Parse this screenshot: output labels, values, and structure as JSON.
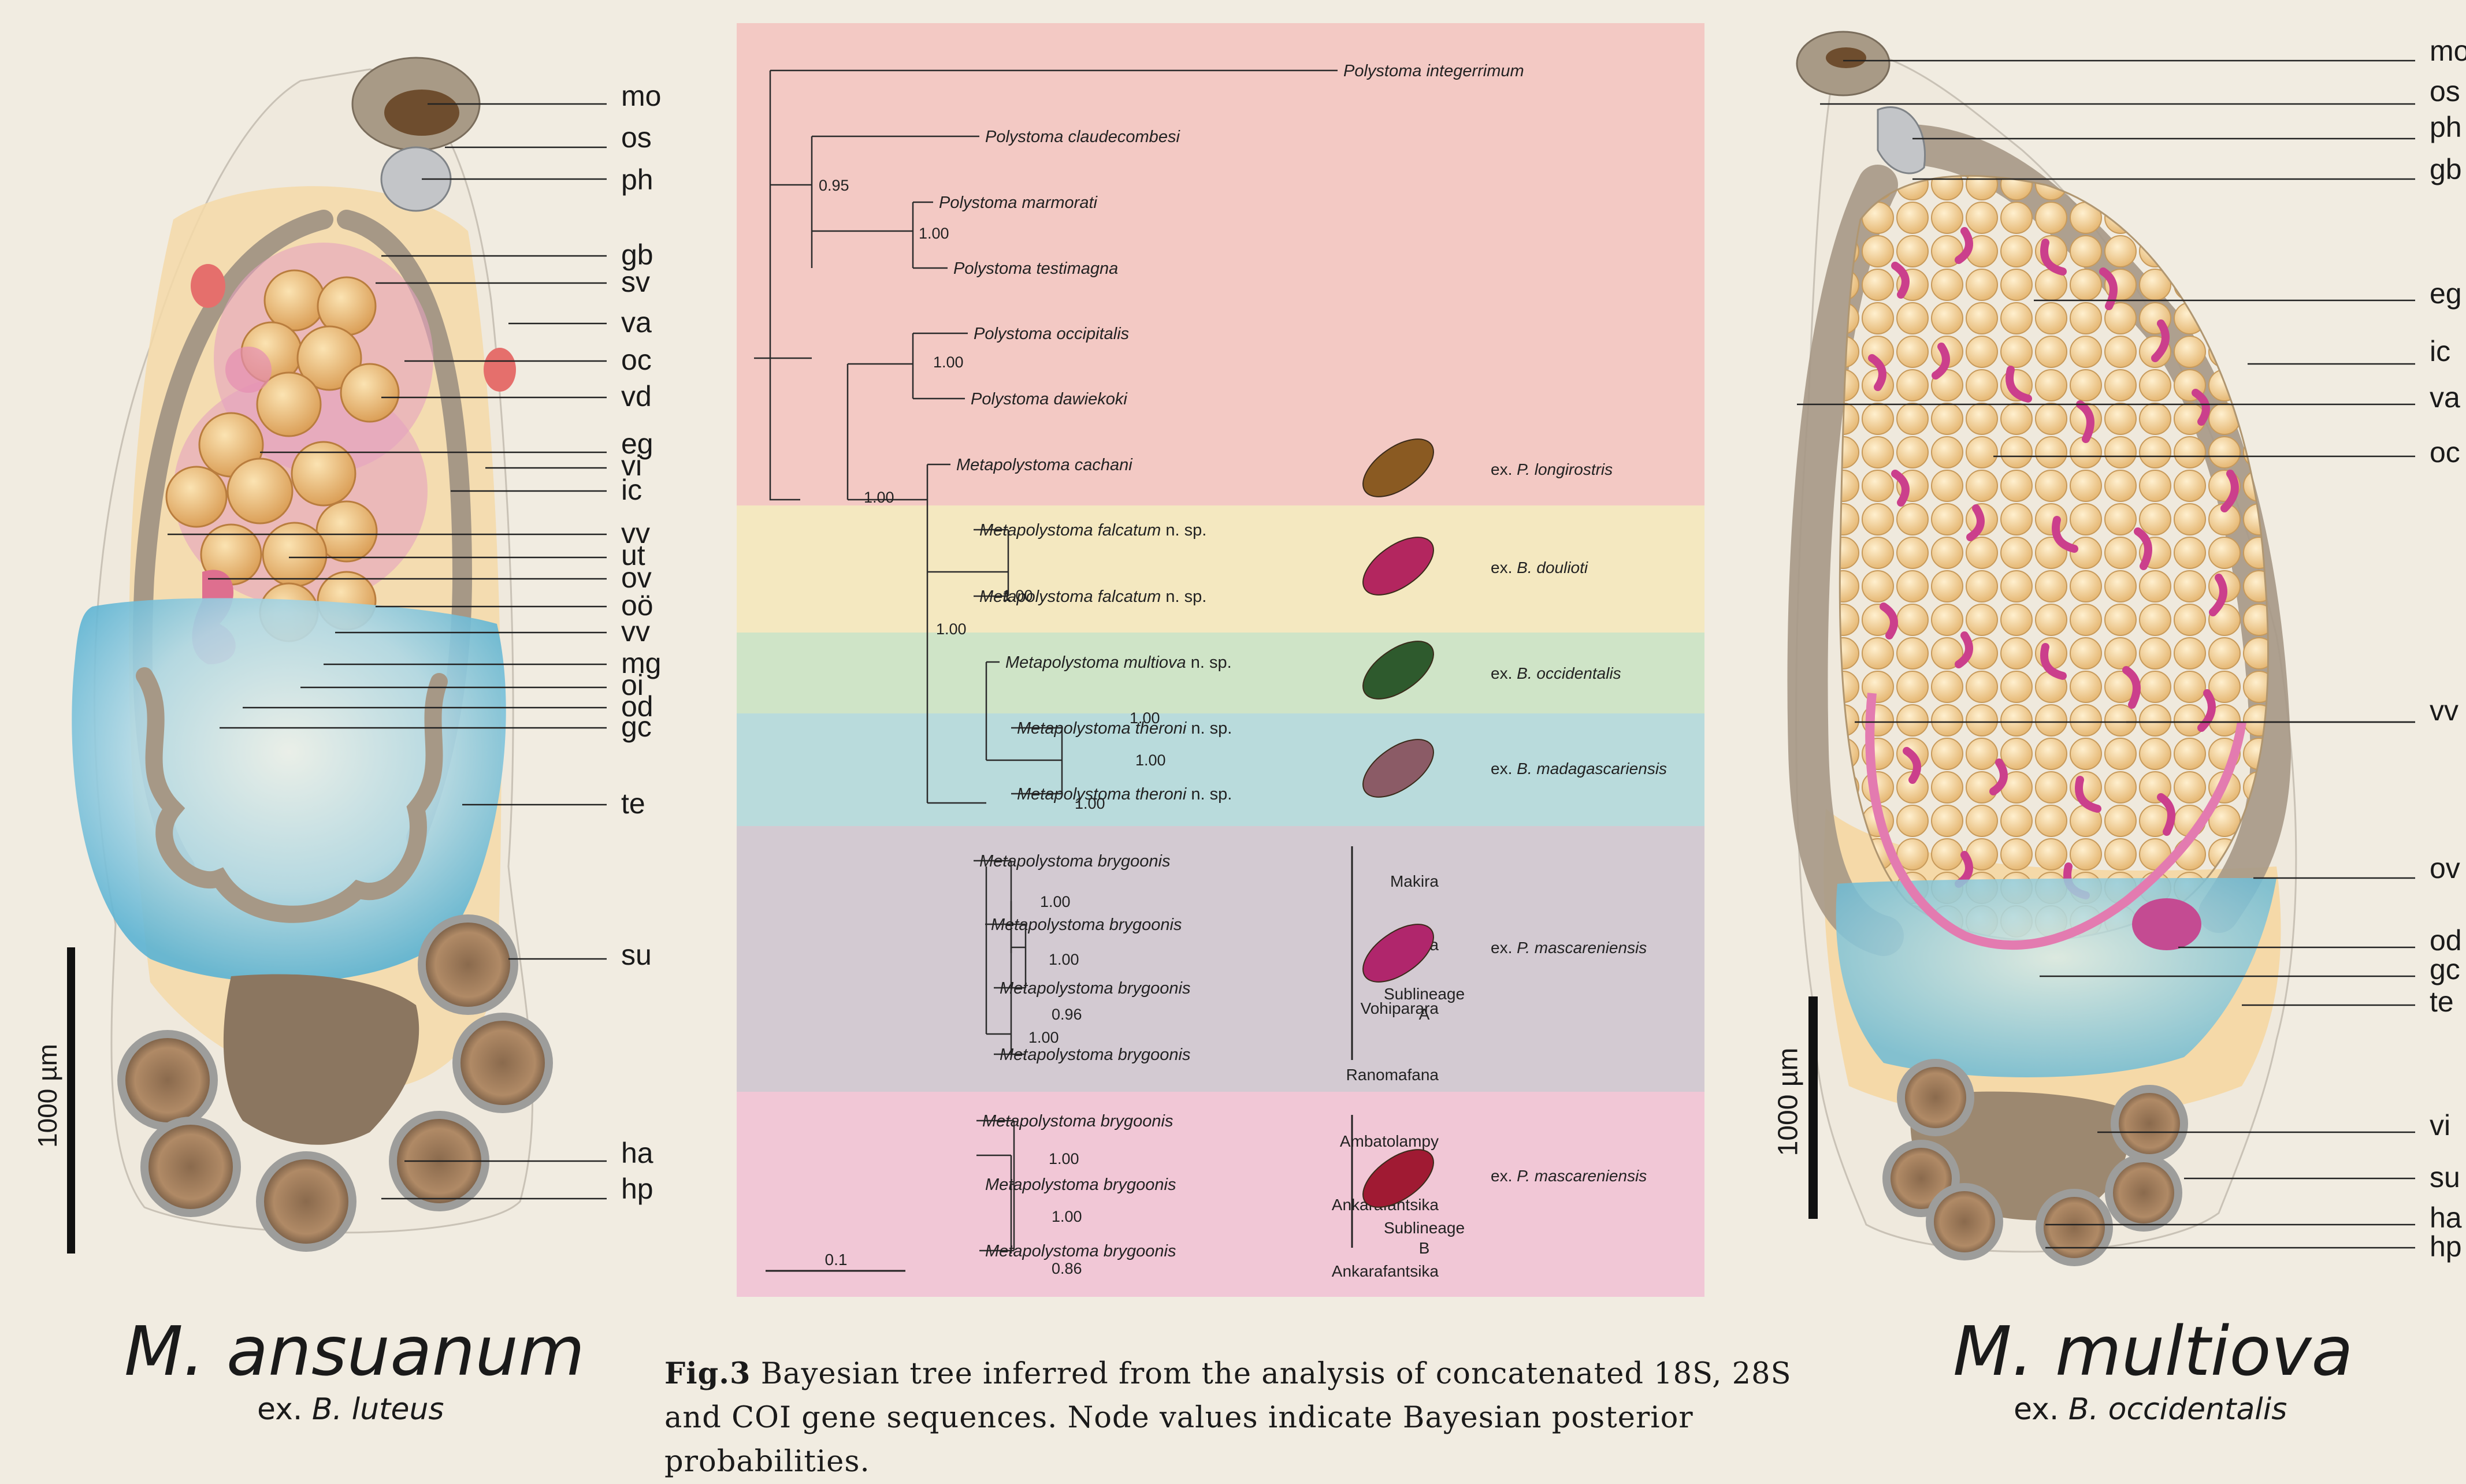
{
  "left_specimen": {
    "title": "M. ansuanum",
    "host_prefix": "ex.",
    "host": "B. luteus",
    "scale_label": "1000 µm",
    "labels": [
      "mo",
      "os",
      "ph",
      "gb",
      "sv",
      "va",
      "oc",
      "vd",
      "eg",
      "vi",
      "ic",
      "vv",
      "ut",
      "ov",
      "oö",
      "vv",
      "mg",
      "oi",
      "od",
      "gc",
      "te",
      "su",
      "ha",
      "hp"
    ]
  },
  "right_specimen": {
    "title": "M. multiova",
    "host_prefix": "ex.",
    "host": "B. occidentalis",
    "scale_label": "1000 µm",
    "labels": [
      "mo",
      "os",
      "ph",
      "gb",
      "eg",
      "ic",
      "va",
      "oc",
      "vv",
      "ov",
      "od",
      "gc",
      "te",
      "vi",
      "su",
      "ha",
      "hp"
    ]
  },
  "tree": {
    "scale_bar_label": "0.1",
    "bands": [
      {
        "name": "polystoma",
        "color": "#f3c9c4"
      },
      {
        "name": "falcatum",
        "color": "#f4e8c0"
      },
      {
        "name": "multiova",
        "color": "#cfe4c7"
      },
      {
        "name": "theroni",
        "color": "#b9dbdc"
      },
      {
        "name": "sublineage-a",
        "color": "#d3cad2"
      },
      {
        "name": "sublineage-b",
        "color": "#f1c7d6"
      }
    ],
    "taxa": [
      {
        "genus": "Polystoma integerrimum",
        "suffix": "",
        "locality": ""
      },
      {
        "genus": "Polystoma claudecombesi",
        "suffix": "",
        "locality": ""
      },
      {
        "genus": "Polystoma marmorati",
        "suffix": "",
        "locality": ""
      },
      {
        "genus": "Polystoma testimagna",
        "suffix": "",
        "locality": ""
      },
      {
        "genus": "Polystoma occipitalis",
        "suffix": "",
        "locality": ""
      },
      {
        "genus": "Polystoma dawiekoki",
        "suffix": "",
        "locality": ""
      },
      {
        "genus": "Metapolystoma cachani",
        "suffix": "",
        "locality": ""
      },
      {
        "genus": "Metapolystoma falcatum",
        "suffix": " n. sp.",
        "locality": ""
      },
      {
        "genus": "Metapolystoma falcatum",
        "suffix": " n. sp.",
        "locality": ""
      },
      {
        "genus": "Metapolystoma multiova",
        "suffix": " n. sp.",
        "locality": ""
      },
      {
        "genus": "Metapolystoma theroni",
        "suffix": " n. sp.",
        "locality": ""
      },
      {
        "genus": "Metapolystoma theroni",
        "suffix": " n. sp.",
        "locality": ""
      },
      {
        "genus": "Metapolystoma brygoonis",
        "suffix": "",
        "locality": "Makira"
      },
      {
        "genus": "Metapolystoma brygoonis",
        "suffix": "",
        "locality": "Makira"
      },
      {
        "genus": "Metapolystoma brygoonis",
        "suffix": "",
        "locality": "Vohiparara"
      },
      {
        "genus": "Metapolystoma brygoonis",
        "suffix": "",
        "locality": "Ranomafana"
      },
      {
        "genus": "Metapolystoma brygoonis",
        "suffix": "",
        "locality": "Ambatolampy"
      },
      {
        "genus": "Metapolystoma brygoonis",
        "suffix": "",
        "locality": "Ankarafantsika"
      },
      {
        "genus": "Metapolystoma brygoonis",
        "suffix": "",
        "locality": "Ankarafantsika"
      }
    ],
    "node_values": [
      "0.95",
      "1.00",
      "1.00",
      "1.00",
      "1.00",
      "1.00",
      "1.00",
      "1.00",
      "1.00",
      "1.00",
      "1.00",
      "0.96",
      "1.00",
      "1.00",
      "1.00",
      "0.86"
    ],
    "hosts": [
      {
        "prefix": "ex. ",
        "name": "P. longirostris"
      },
      {
        "prefix": "ex. ",
        "name": "B. doulioti"
      },
      {
        "prefix": "ex. ",
        "name": "B. occidentalis"
      },
      {
        "prefix": "ex. ",
        "name": "B. madagascariensis"
      },
      {
        "prefix": "ex. ",
        "name": "P. mascareniensis"
      },
      {
        "prefix": "ex. ",
        "name": "P. mascareniensis"
      }
    ],
    "sublineages": [
      {
        "line1": "Sublineage",
        "line2": "A"
      },
      {
        "line1": "Sublineage",
        "line2": "B"
      }
    ]
  },
  "caption": {
    "fig_label": "Fig.3",
    "text": " Bayesian tree inferred from the analysis of concatenated 18S, 28S and COI gene sequences. Node values indicate Bayesian posterior probabilities."
  },
  "colors": {
    "background": "#f1ece1",
    "testis": "#8fcbe0",
    "vitellarium": "#f3d7a3",
    "intestine": "#a89a86",
    "egg": "#eab86c",
    "ovary": "#e06b96"
  }
}
